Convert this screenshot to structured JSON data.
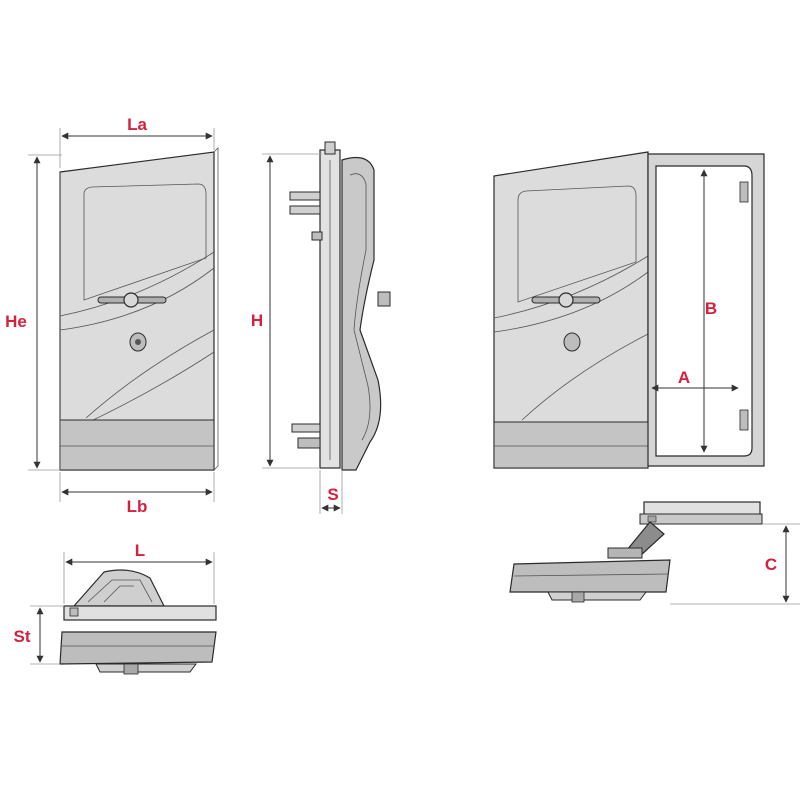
{
  "colors": {
    "label": "#d4213d",
    "door_fill": "#dcdcdc",
    "door_dark": "#c4c4c4",
    "door_light": "#ececec",
    "frame_dark": "#6e6e6e",
    "outline": "#2b2b2b",
    "dimension_line": "#333333"
  },
  "views": {
    "front": {
      "width_top": "La",
      "height": "He",
      "width_bottom": "Lb"
    },
    "side": {
      "height": "H",
      "depth": "S"
    },
    "open": {
      "opening_height": "B",
      "opening_width": "A"
    },
    "top": {
      "length": "L",
      "stack": "St"
    },
    "open_top": {
      "clearance": "C"
    }
  }
}
